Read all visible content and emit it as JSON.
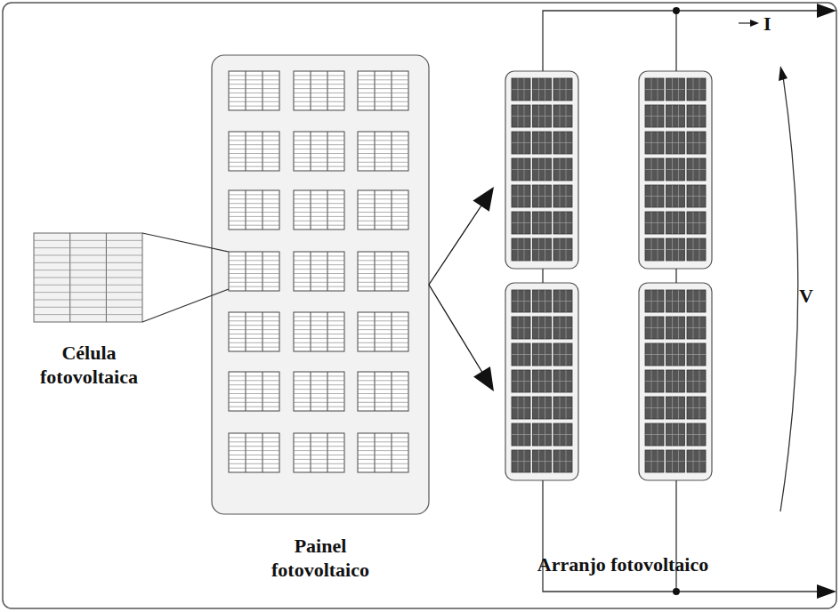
{
  "diagram": {
    "nodes": [
      {
        "text": [
          "Célula fotovoltaica"
        ]
      },
      {
        "text": [
          "Painel fotovoltaico"
        ]
      },
      {
        "text": [
          "Arranjo fotovoltaico"
        ]
      }
    ],
    "edges": [
      {
        "from": 1,
        "to": 2,
        "arrow": "to"
      },
      {
        "from": 1,
        "to": 2,
        "arrow": "to"
      }
    ],
    "labels": [
      "I",
      "V"
    ]
  }
}
